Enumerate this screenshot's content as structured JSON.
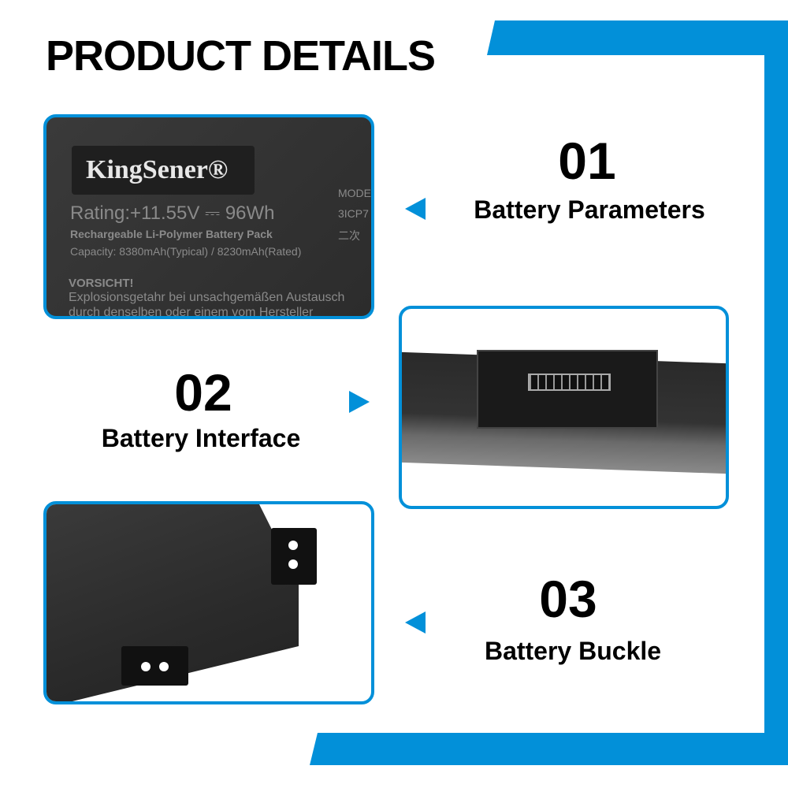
{
  "title": "PRODUCT DETAILS",
  "accent_color": "#0290d9",
  "features": [
    {
      "number": "01",
      "caption": "Battery Parameters",
      "arrow": "left"
    },
    {
      "number": "02",
      "caption": "Battery Interface",
      "arrow": "right"
    },
    {
      "number": "03",
      "caption": "Battery Buckle",
      "arrow": "left"
    }
  ],
  "label": {
    "brand": "KingSener®",
    "rating": "Rating:+11.55V ⎓ 96Wh",
    "type": "Rechargeable Li-Polymer Battery Pack",
    "capacity": "Capacity: 8380mAh(Typical) / 8230mAh(Rated)",
    "model_partial": "MODE",
    "model_code_partial": "3ICP7",
    "chinese_partial": "二次",
    "warning_title": "VORSICHT!",
    "warning_text": "Explosionsgetahr bei unsachgemäßen Austausch",
    "warning_text2": "durch denselben oder einem vom Hersteller"
  }
}
